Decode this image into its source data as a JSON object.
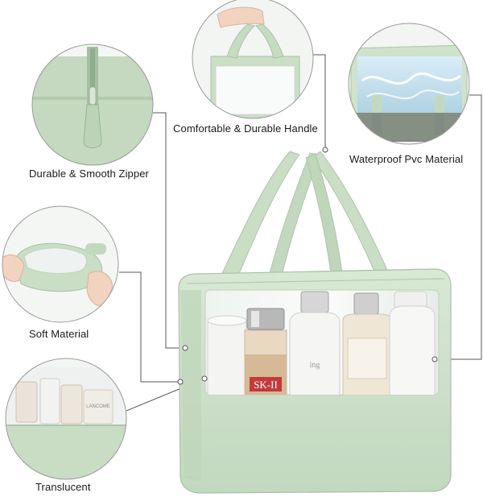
{
  "callouts": {
    "zipper": "Durable & Smooth Zipper",
    "handle": "Comfortable & Durable Handle",
    "pvc": "Waterproof Pvc Material",
    "soft": "Soft Material",
    "translucent": "Translucent"
  },
  "bottles": {
    "brand_skii": "SK-II",
    "brand_lancome": "LANCOME"
  },
  "colors": {
    "bag_green": "#cfe1cc",
    "bag_green_dark": "#b7ceb3",
    "outline_gray": "#9a9a9a",
    "leader_line": "#555555"
  }
}
